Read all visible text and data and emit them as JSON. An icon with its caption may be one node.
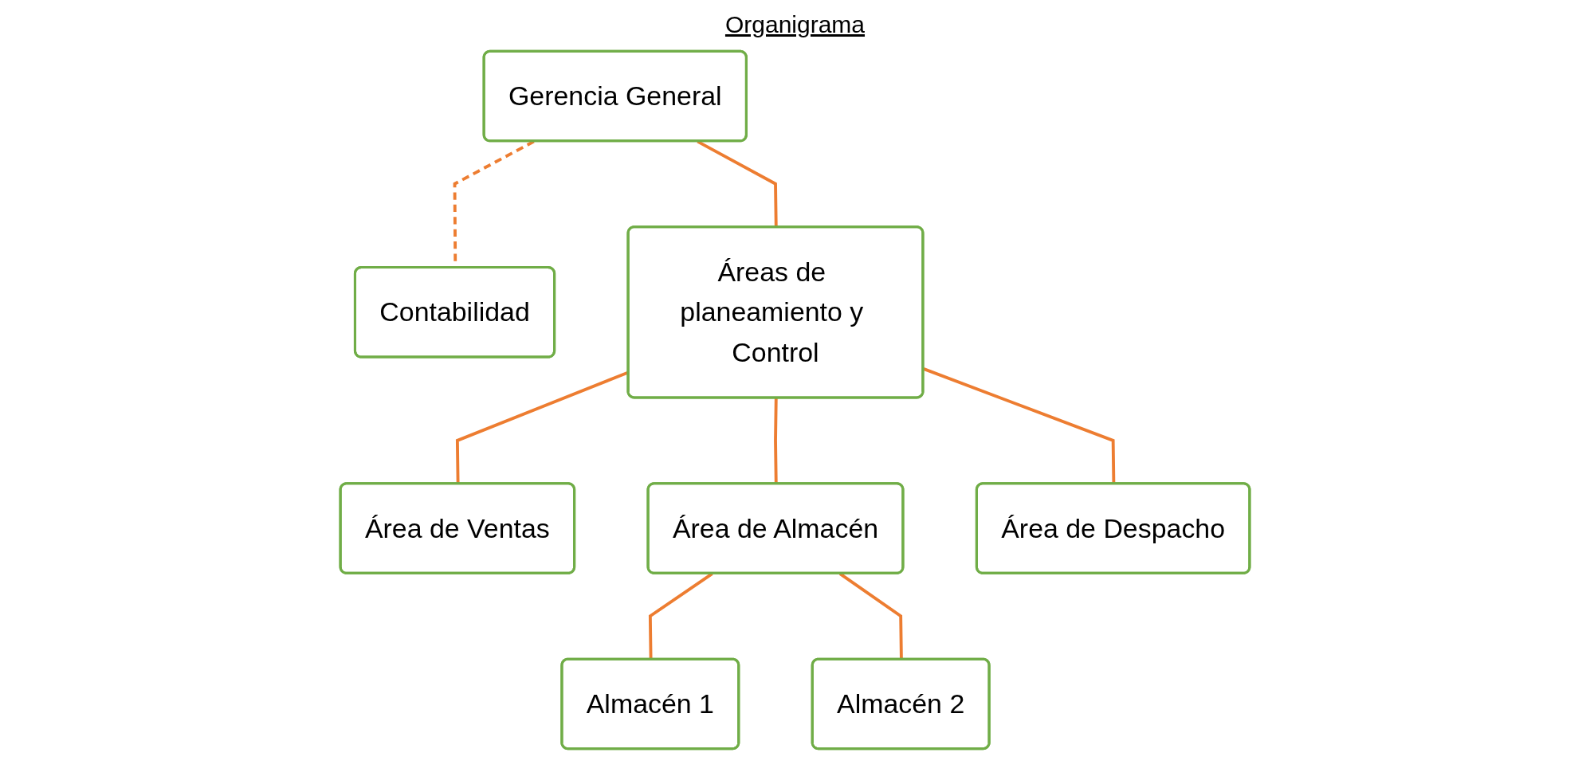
{
  "diagram": {
    "title": "Organigrama",
    "nodes": [
      {
        "text": [
          "Gerencia General"
        ]
      },
      {
        "text": [
          "Contabilidad"
        ]
      },
      {
        "text": [
          "Áreas de planeamiento y Control"
        ]
      },
      {
        "text": [
          "Área de Ventas"
        ]
      },
      {
        "text": [
          "Área de Almacén"
        ]
      },
      {
        "text": [
          "Área de Despacho"
        ]
      },
      {
        "text": [
          "Almacén 1"
        ]
      },
      {
        "text": [
          "Almacén 2"
        ]
      }
    ],
    "edges": [
      {
        "from": 0,
        "to": 1,
        "arrow": "none",
        "style": "dashed"
      },
      {
        "from": 0,
        "to": 2,
        "arrow": "none"
      },
      {
        "from": 2,
        "to": 3,
        "arrow": "none"
      },
      {
        "from": 2,
        "to": 4,
        "arrow": "none"
      },
      {
        "from": 2,
        "to": 5,
        "arrow": "none"
      },
      {
        "from": 4,
        "to": 6,
        "arrow": "none"
      },
      {
        "from": 4,
        "to": 7,
        "arrow": "none"
      }
    ]
  }
}
